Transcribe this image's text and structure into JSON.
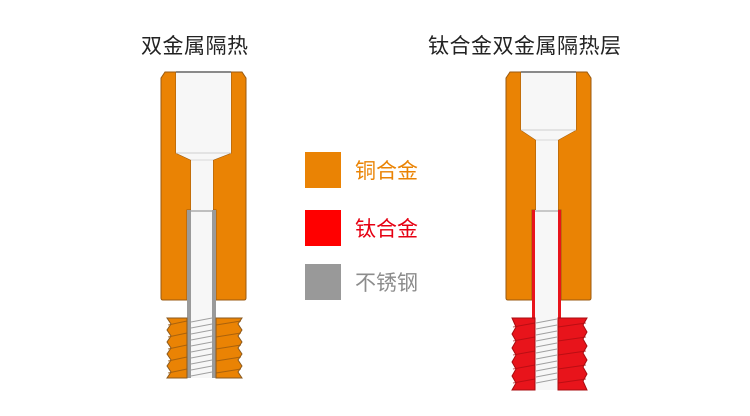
{
  "titles": {
    "left": "双金属隔热",
    "right": "钛合金双金属隔热层"
  },
  "legend": [
    {
      "label": "铜合金",
      "color": "#EA8304",
      "text_color": "#EA8304"
    },
    {
      "label": "钛合金",
      "color": "#FF0000",
      "text_color": "#E60012"
    },
    {
      "label": "不锈钢",
      "color": "#999999",
      "text_color": "#8C8C8C"
    }
  ],
  "colors": {
    "copper": "#EA8304",
    "copper_dark": "#B96200",
    "titanium": "#E8141B",
    "titanium_dark": "#A80C10",
    "steel": "#9A9A9A",
    "bore": "#F7F7F7",
    "outline": "#8A5A20"
  }
}
